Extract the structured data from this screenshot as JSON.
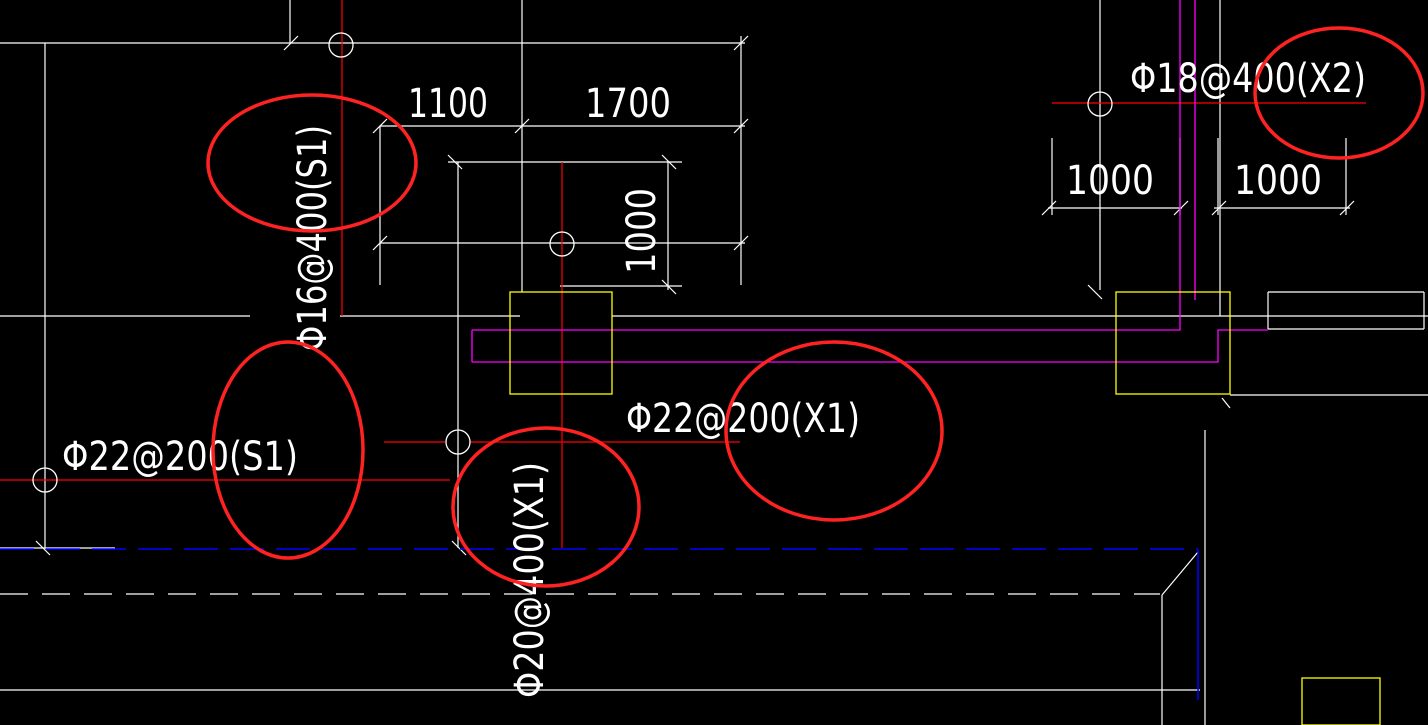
{
  "colors": {
    "background": "#000000",
    "line": "#ffffff",
    "axis": "#ff0000",
    "slab_edge": "#ff00ff",
    "column": "#ffff00",
    "hidden_line": "#0000ff",
    "highlight": "#ff2222"
  },
  "dimensions": {
    "top_left": "1100",
    "top_right": "1700",
    "vertical": "1000",
    "right_a": "1000",
    "right_b": "1000"
  },
  "rebar_labels": {
    "phi16": "Φ16@400(S1)",
    "phi22_s1": "Φ22@200(S1)",
    "phi22_x1": "Φ22@200(X1)",
    "phi20": "Φ20@400(X1)",
    "phi18": "Φ18@400(X2)"
  }
}
